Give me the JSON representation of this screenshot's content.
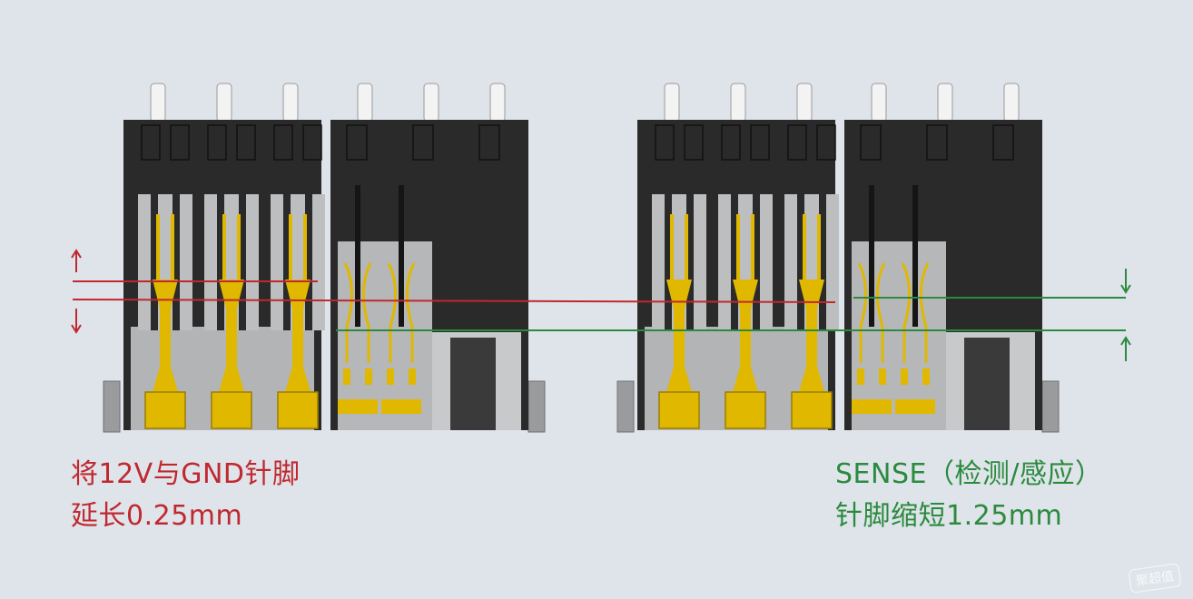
{
  "caption_left": {
    "line1": "将12V与GND针脚",
    "line2": "延长0.25mm",
    "color": "#c0282f"
  },
  "caption_right": {
    "line1": "SENSE（检测/感应）",
    "line2": "针脚缩短1.25mm",
    "color": "#2b8a3e"
  },
  "colors": {
    "background": "#dfe4ea",
    "housing": "#2a2a2a",
    "housing_gray": "#a9aaac",
    "pin_gold": "#e0b800",
    "pin_light": "#f3f3f3",
    "red_line": "#c0282f",
    "green_line": "#2b8a3e"
  },
  "watermark": {
    "text": "聚超值"
  }
}
